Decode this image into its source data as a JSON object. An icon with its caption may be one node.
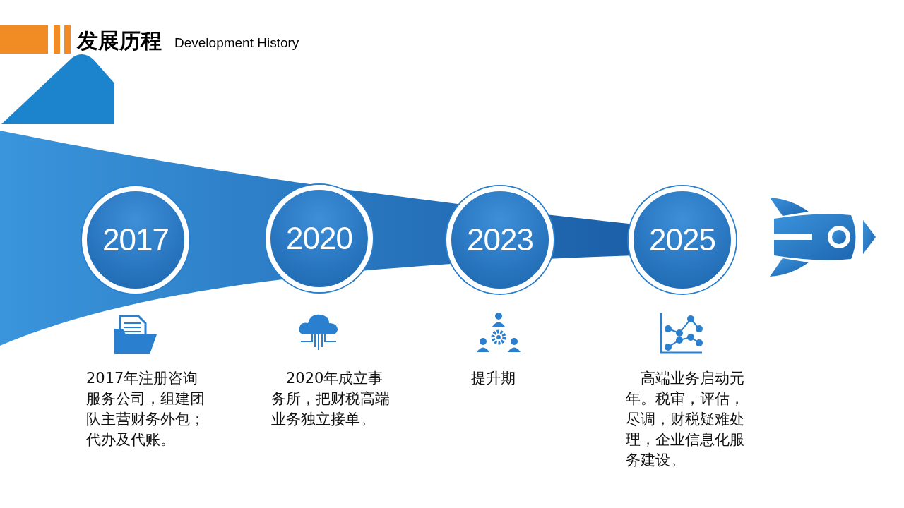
{
  "diagram": {
    "title": "发展历程",
    "nodes": [
      {
        "text": [
          "2017"
        ]
      },
      {
        "text": [
          "2020"
        ]
      },
      {
        "text": [
          "2023"
        ]
      },
      {
        "text": [
          "2025"
        ]
      }
    ],
    "labels": [
      "Development History",
      "2017年注册咨询服务公司，组建团队主营财务外包；代办及代账。",
      "2020年成立事务所，把财税高端业务独立接单。",
      "提升期",
      "高端业务启动元年。税审，评估，尽调，财税疑难处理，企业信息化服务建设。"
    ]
  }
}
